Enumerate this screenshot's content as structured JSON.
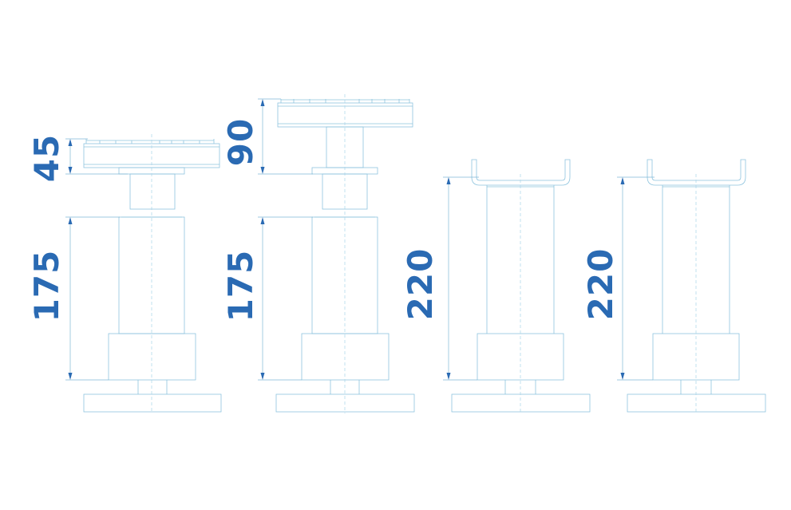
{
  "diagram": {
    "accent_color": "#2a6ab3",
    "line_color": "#8ec4de",
    "items": [
      {
        "id": "pedestal-1",
        "dimensions": [
          {
            "label": "45"
          },
          {
            "label": "175"
          }
        ]
      },
      {
        "id": "pedestal-2",
        "dimensions": [
          {
            "label": "90"
          },
          {
            "label": "175"
          }
        ]
      },
      {
        "id": "pedestal-3",
        "dimensions": [
          {
            "label": "220"
          }
        ]
      },
      {
        "id": "pedestal-4",
        "dimensions": [
          {
            "label": "220"
          }
        ]
      }
    ]
  }
}
